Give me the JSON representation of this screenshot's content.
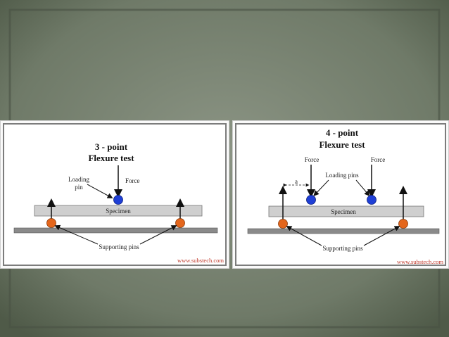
{
  "colors": {
    "background": "#5f6a58",
    "panel": "#ffffff",
    "specimen": "#cfcfcf",
    "support_bar": "#8a8a8a",
    "loading_pin": "#1f3fd6",
    "supporting_pin": "#e4661c",
    "url": "#c0392b"
  },
  "left_diagram": {
    "title_line1": "3 - point",
    "title_line2": "Flexure test",
    "loading_label_line1": "Loading",
    "loading_label_line2": "pin",
    "force_label": "Force",
    "specimen_label": "Specimen",
    "supporting_label": "Supporting pins",
    "url": "www.substech.com"
  },
  "right_diagram": {
    "title_line1": "4 - point",
    "title_line2": "Flexure test",
    "force_left_label": "Force",
    "force_right_label": "Force",
    "loading_label": "Loading pins",
    "distance_label": "a",
    "specimen_label": "Specimen",
    "supporting_label": "Supporting pins",
    "url": "www.substech.com"
  }
}
